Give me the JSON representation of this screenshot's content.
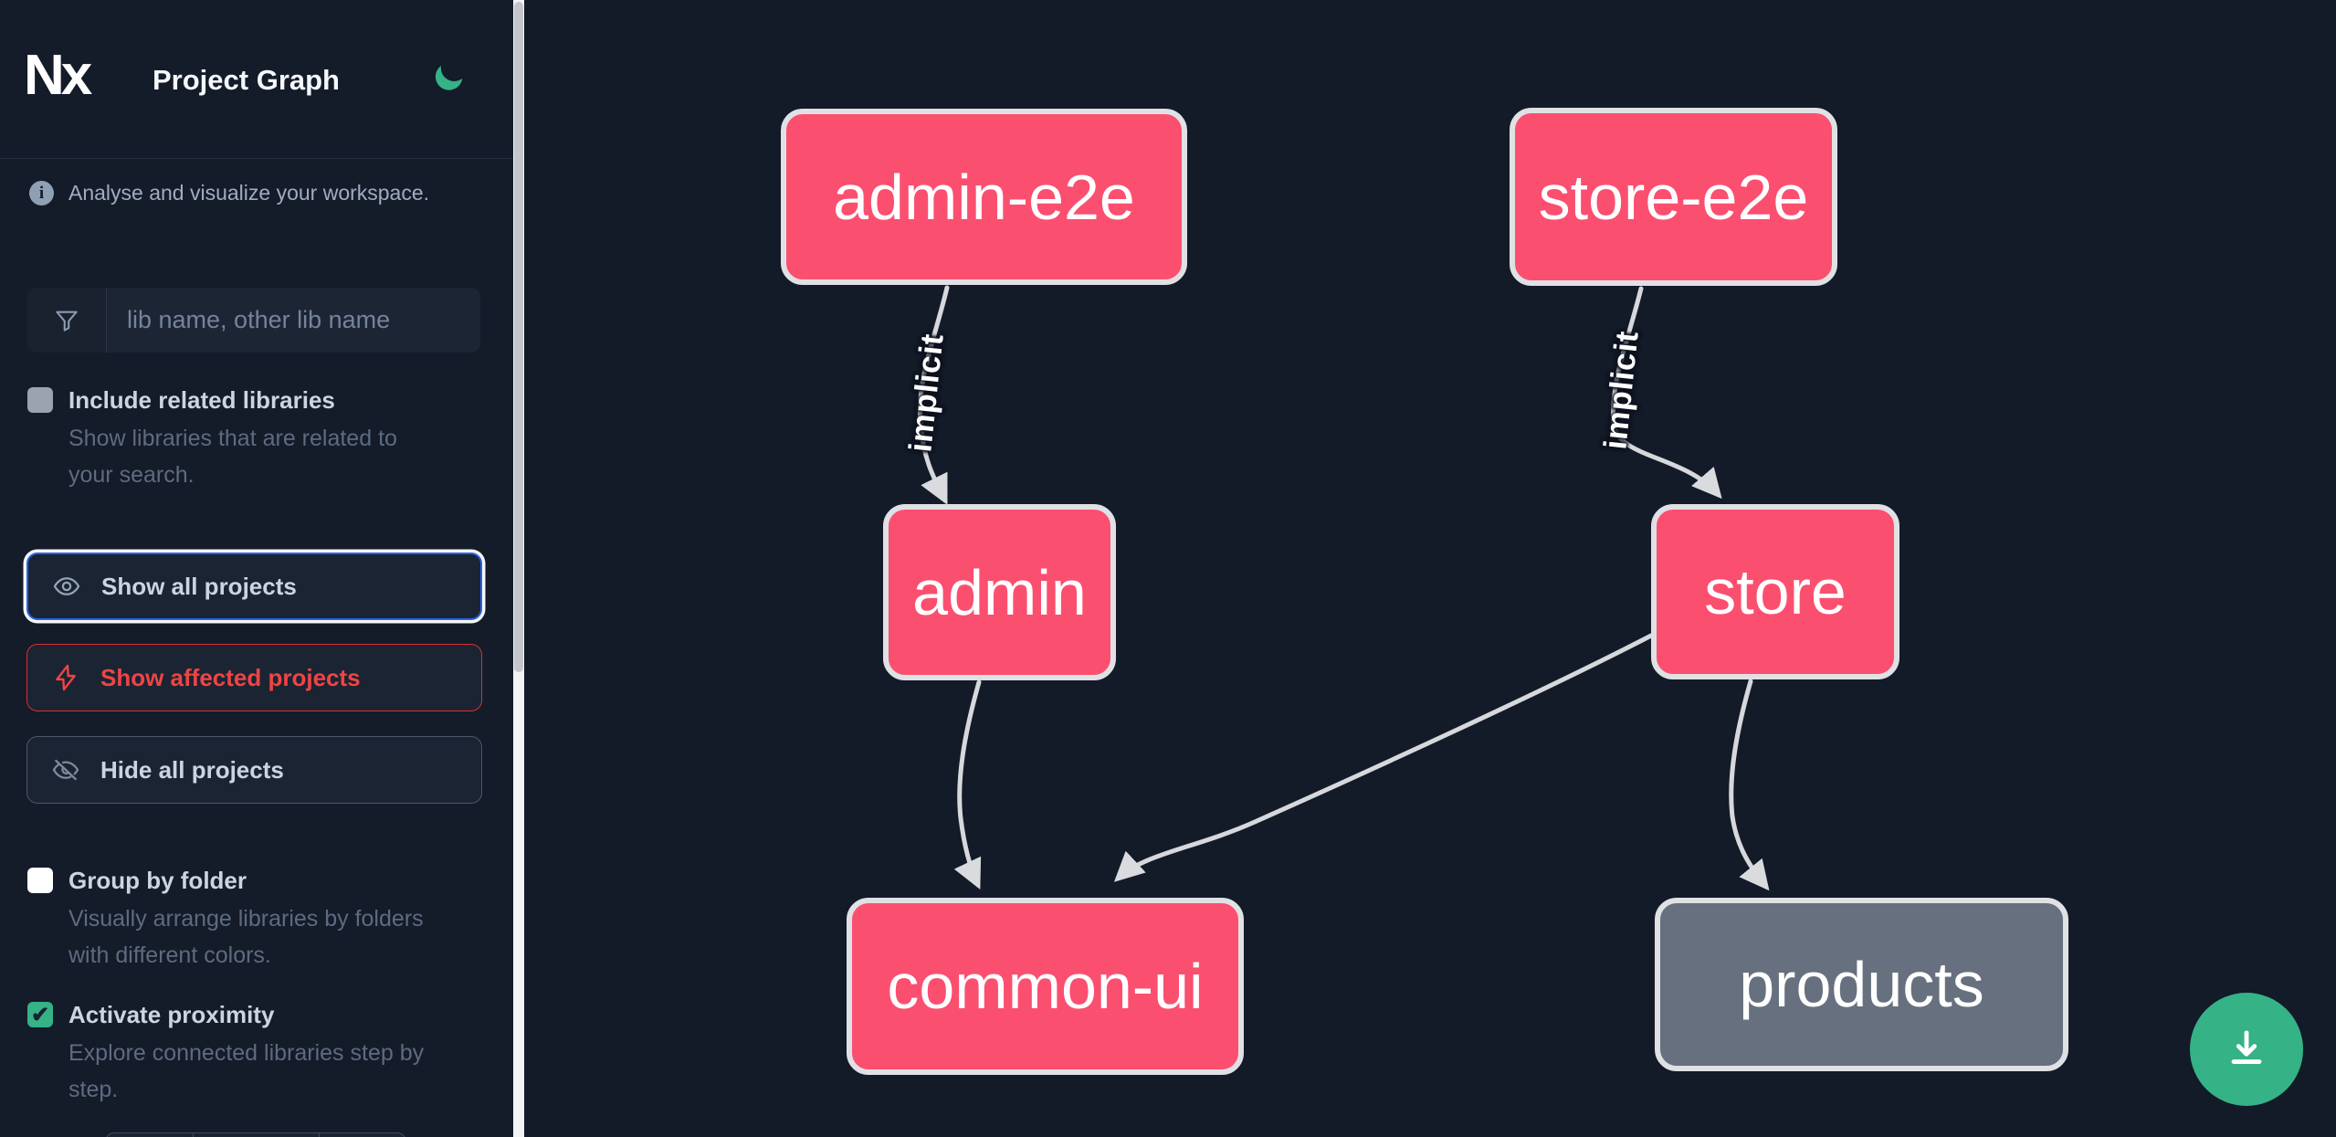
{
  "app": {
    "logo_text": "Nx",
    "title": "Project Graph",
    "theme_icon": "moon-icon"
  },
  "sidebar": {
    "tagline": "Analyse and visualize your workspace.",
    "search": {
      "icon": "filter-funnel-icon",
      "placeholder": "lib name, other lib name",
      "value": ""
    },
    "toggles": [
      {
        "label": "Include related libraries",
        "description": "Show libraries that are related to your search.",
        "checked": false
      },
      {
        "label": "Group by folder",
        "description": "Visually arrange libraries by folders with different colors.",
        "checked": false
      },
      {
        "label": "Activate proximity",
        "description": "Explore connected libraries step by step.",
        "checked": true
      }
    ],
    "buttons": [
      {
        "label": "Show all projects",
        "icon": "eye-icon",
        "state": "focused"
      },
      {
        "label": "Show affected projects",
        "icon": "bolt-icon",
        "state": "affected"
      },
      {
        "label": "Hide all projects",
        "icon": "eye-off-icon",
        "state": "default"
      }
    ],
    "check_glyph": "✔"
  },
  "graph": {
    "nodes": [
      {
        "label": "admin-e2e",
        "color": "pink"
      },
      {
        "label": "store-e2e",
        "color": "pink"
      },
      {
        "label": "admin",
        "color": "pink"
      },
      {
        "label": "store",
        "color": "pink"
      },
      {
        "label": "common-ui",
        "color": "pink"
      },
      {
        "label": "products",
        "color": "gray"
      }
    ],
    "edges": [
      {
        "from": "admin-e2e",
        "to": "admin",
        "label": "implicit"
      },
      {
        "from": "store-e2e",
        "to": "store",
        "label": "implicit"
      },
      {
        "from": "admin",
        "to": "common-ui",
        "label": ""
      },
      {
        "from": "store",
        "to": "common-ui",
        "label": ""
      },
      {
        "from": "store",
        "to": "products",
        "label": ""
      }
    ]
  },
  "actions": {
    "download_icon": "download-icon"
  },
  "colors": {
    "node_pink": "#fb4f70",
    "node_gray": "#66707f",
    "node_border": "#e0e1e4",
    "edge": "#d6d8dc",
    "accent_green": "#35b286",
    "focus_blue": "#2563eb",
    "affected_red": "#ef4444",
    "sidebar_bg": "#141b29",
    "canvas_bg": "#131a28"
  }
}
